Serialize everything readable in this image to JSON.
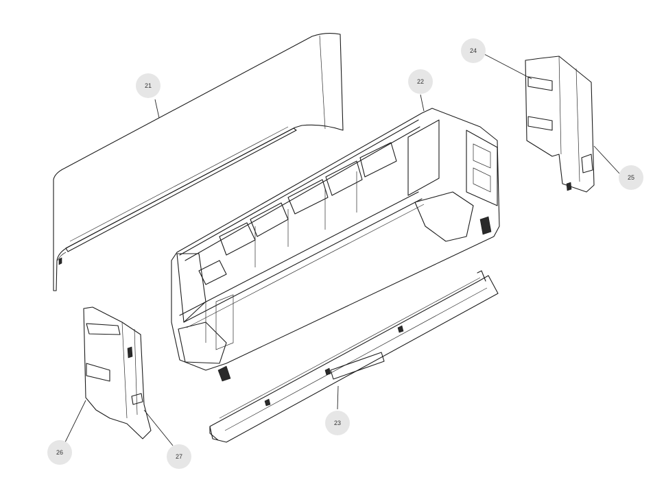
{
  "callouts": [
    {
      "id": "21",
      "label": "21"
    },
    {
      "id": "22",
      "label": "22"
    },
    {
      "id": "23",
      "label": "23"
    },
    {
      "id": "24",
      "label": "24"
    },
    {
      "id": "25",
      "label": "25"
    },
    {
      "id": "26",
      "label": "26"
    },
    {
      "id": "27",
      "label": "27"
    }
  ],
  "colors": {
    "line": "#1a1a1a",
    "callout_fill": "#e6e6e6",
    "background": "#ffffff"
  }
}
